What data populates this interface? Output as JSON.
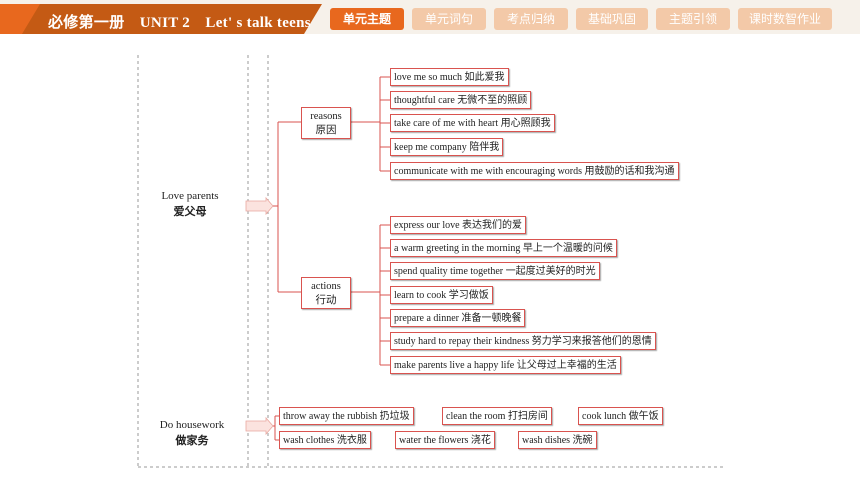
{
  "header": {
    "title": "必修第一册　UNIT 2　Let' s talk teens",
    "tabs": [
      {
        "label": "单元主题",
        "active": true
      },
      {
        "label": "单元词句",
        "active": false
      },
      {
        "label": "考点归纳",
        "active": false
      },
      {
        "label": "基础巩固",
        "active": false
      },
      {
        "label": "主题引领",
        "active": false
      },
      {
        "label": "课时数智作业",
        "active": false
      }
    ]
  },
  "mindmap": {
    "love": {
      "en": "Love parents",
      "zh": "爱父母",
      "reasons": {
        "en": "reasons",
        "zh": "原因",
        "items": [
          "love me so much 如此爱我",
          "thoughtful care 无微不至的照顾",
          "take care of me with heart 用心照顾我",
          "keep me company 陪伴我",
          "communicate with me with encouraging words  用鼓励的话和我沟通"
        ]
      },
      "actions": {
        "en": "actions",
        "zh": "行动",
        "items": [
          "express our love  表达我们的爱",
          "a warm greeting in the morning  早上一个温暖的问候",
          "spend quality time together  一起度过美好的时光",
          "learn to cook 学习做饭",
          "prepare a dinner  准备一顿晚餐",
          "study hard to repay their kindness 努力学习来报答他们的恩情",
          "make parents live a happy life 让父母过上幸福的生活"
        ]
      }
    },
    "housework": {
      "en": "Do housework",
      "zh": "做家务",
      "row1": [
        "throw away the rubbish  扔垃圾",
        "clean the room  打扫房间",
        "cook lunch 做午饭"
      ],
      "row2": [
        "wash clothes  洗衣服",
        "water the flowers  浇花",
        "wash dishes  洗碗"
      ]
    }
  }
}
